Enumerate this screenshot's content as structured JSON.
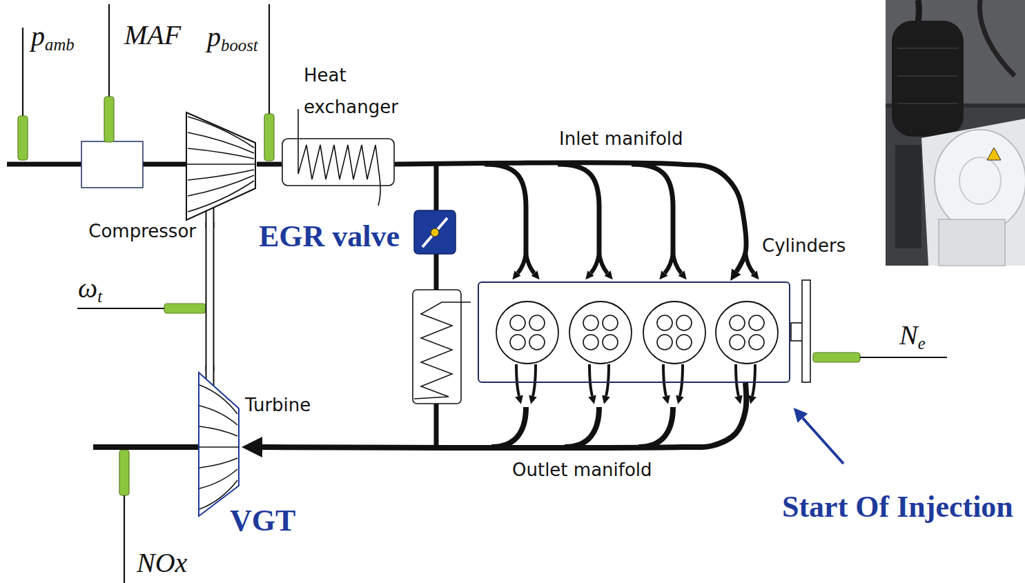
{
  "diagram": {
    "nodes": [
      {
        "text": [
          "Compressor"
        ]
      },
      {
        "text": [
          "Heat exchanger"
        ]
      },
      {
        "text": [
          "Cylinders"
        ]
      },
      {
        "text": [
          "Turbine"
        ]
      }
    ],
    "edges": [
      {
        "from": 0,
        "to": 1,
        "arrow": "none"
      },
      {
        "from": 1,
        "to": 2,
        "arrow": "to",
        "label": "Inlet manifold"
      },
      {
        "from": 2,
        "to": 3,
        "arrow": "to",
        "label": "Outlet manifold"
      },
      {
        "from": 0,
        "to": 3,
        "arrow": "none"
      }
    ],
    "labels": [
      "pamb",
      "MAF",
      "pboost",
      "ωt",
      "Ne",
      "NOx",
      "EGR valve",
      "VGT",
      "Start Of Injection"
    ]
  }
}
